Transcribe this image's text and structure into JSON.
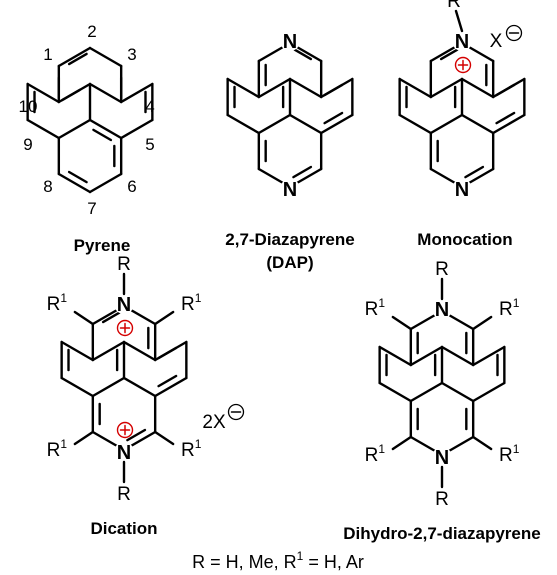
{
  "colors": {
    "nitrogen": "#2b3f9e",
    "charge": "#d40000",
    "bond": "#000000"
  },
  "atoms": {
    "nitrogen": "N",
    "substituent": "R",
    "r1_base": "R",
    "r1_sup": "1",
    "counterion": "X",
    "counterion_2": "2X"
  },
  "pyrene_numbers": [
    "1",
    "2",
    "3",
    "4",
    "5",
    "6",
    "7",
    "8",
    "9",
    "10"
  ],
  "captions": {
    "pyrene": "Pyrene",
    "dap_line1": "2,7-Diazapyrene",
    "dap_line2": "(DAP)",
    "monocation": "Monocation",
    "dication": "Dication",
    "dihydro": "Dihydro-2,7-diazapyrene"
  },
  "footnote": {
    "part1": "R = H, Me, R",
    "sup": "1",
    "part2": " = H, Ar"
  }
}
